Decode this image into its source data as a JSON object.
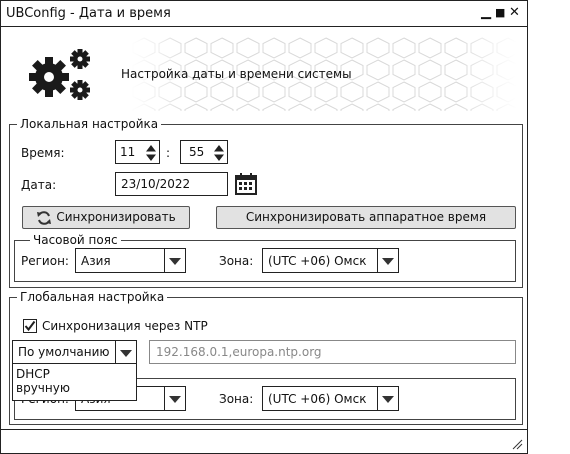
{
  "window": {
    "title": "UBConfig - Дата и время",
    "minimize_glyph": "▁",
    "maximize_glyph": "■",
    "close_glyph": "✕"
  },
  "header": {
    "text": "Настройка даты и времени системы",
    "icon": "gears-icon"
  },
  "local": {
    "legend": "Локальная настройка",
    "time_label": "Время:",
    "hours": "11",
    "separator": ":",
    "minutes": "55",
    "date_label": "Дата:",
    "date": "23/10/2022",
    "sync_button": "Синхронизировать",
    "sync_hw_button": "Синхронизировать аппаратное время",
    "timezone": {
      "legend": "Часовой пояс",
      "region_label": "Регион:",
      "region": "Азия",
      "zone_label": "Зона:",
      "zone": "(UTC +06) Омск"
    }
  },
  "global": {
    "legend": "Глобальная настройка",
    "ntp_checkbox_label": "Синхронизация через NTP",
    "ntp_checked": true,
    "ntp_mode": "По умолчанию",
    "ntp_mode_options": [
      "DHCP",
      "вручную"
    ],
    "ntp_servers": "192.168.0.1,europa.ntp.org",
    "timezone": {
      "region_label": "Регион:",
      "region": "Азия",
      "zone_label": "Зона:",
      "zone": "(UTC +06) Омск"
    }
  },
  "colors": {
    "button_bg": "#e2e2e2",
    "border": "#222222",
    "disabled_text": "#888888"
  }
}
